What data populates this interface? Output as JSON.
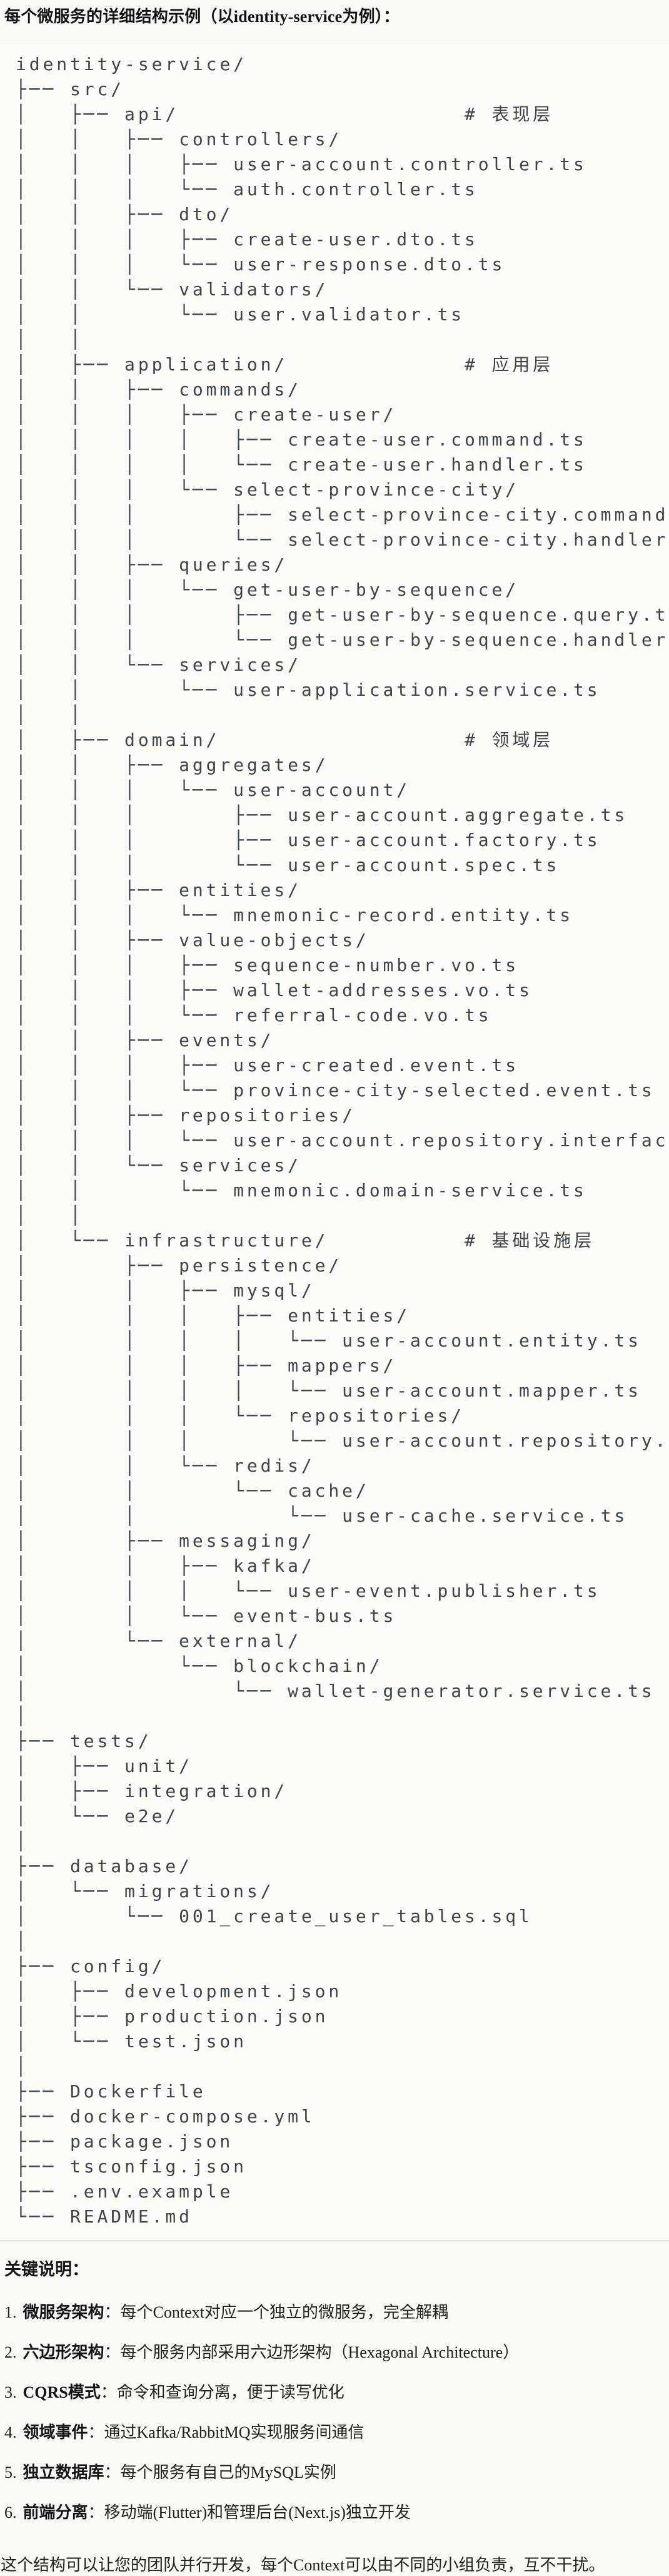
{
  "title": "每个微服务的详细结构示例（以identity-service为例）：",
  "file_tree": {
    "lines": [
      "identity-service/",
      "├── src/",
      "│   ├── api/                     # 表现层",
      "│   │   ├── controllers/",
      "│   │   │   ├── user-account.controller.ts",
      "│   │   │   └── auth.controller.ts",
      "│   │   ├── dto/",
      "│   │   │   ├── create-user.dto.ts",
      "│   │   │   └── user-response.dto.ts",
      "│   │   └── validators/",
      "│   │       └── user.validator.ts",
      "│   │",
      "│   ├── application/             # 应用层",
      "│   │   ├── commands/",
      "│   │   │   ├── create-user/",
      "│   │   │   │   ├── create-user.command.ts",
      "│   │   │   │   └── create-user.handler.ts",
      "│   │   │   └── select-province-city/",
      "│   │   │       ├── select-province-city.command.ts",
      "│   │   │       └── select-province-city.handler.ts",
      "│   │   ├── queries/",
      "│   │   │   └── get-user-by-sequence/",
      "│   │   │       ├── get-user-by-sequence.query.ts",
      "│   │   │       └── get-user-by-sequence.handler.ts",
      "│   │   └── services/",
      "│   │       └── user-application.service.ts",
      "│   │",
      "│   ├── domain/                  # 领域层",
      "│   │   ├── aggregates/",
      "│   │   │   └── user-account/",
      "│   │   │       ├── user-account.aggregate.ts",
      "│   │   │       ├── user-account.factory.ts",
      "│   │   │       └── user-account.spec.ts",
      "│   │   ├── entities/",
      "│   │   │   └── mnemonic-record.entity.ts",
      "│   │   ├── value-objects/",
      "│   │   │   ├── sequence-number.vo.ts",
      "│   │   │   ├── wallet-addresses.vo.ts",
      "│   │   │   └── referral-code.vo.ts",
      "│   │   ├── events/",
      "│   │   │   ├── user-created.event.ts",
      "│   │   │   └── province-city-selected.event.ts",
      "│   │   ├── repositories/",
      "│   │   │   └── user-account.repository.interface.ts",
      "│   │   └── services/",
      "│   │       └── mnemonic.domain-service.ts",
      "│   │",
      "│   └── infrastructure/          # 基础设施层",
      "│       ├── persistence/",
      "│       │   ├── mysql/",
      "│       │   │   ├── entities/",
      "│       │   │   │   └── user-account.entity.ts",
      "│       │   │   ├── mappers/",
      "│       │   │   │   └── user-account.mapper.ts",
      "│       │   │   └── repositories/",
      "│       │   │       └── user-account.repository.impl.ts",
      "│       │   └── redis/",
      "│       │       └── cache/",
      "│       │           └── user-cache.service.ts",
      "│       ├── messaging/",
      "│       │   ├── kafka/",
      "│       │   │   └── user-event.publisher.ts",
      "│       │   └── event-bus.ts",
      "│       └── external/",
      "│           └── blockchain/",
      "│               └── wallet-generator.service.ts",
      "│",
      "├── tests/",
      "│   ├── unit/",
      "│   ├── integration/",
      "│   └── e2e/",
      "│",
      "├── database/",
      "│   └── migrations/",
      "│       └── 001_create_user_tables.sql",
      "│",
      "├── config/",
      "│   ├── development.json",
      "│   ├── production.json",
      "│   └── test.json",
      "│",
      "├── Dockerfile",
      "├── docker-compose.yml",
      "├── package.json",
      "├── tsconfig.json",
      "├── .env.example",
      "└── README.md"
    ]
  },
  "notes": {
    "title": "关键说明：",
    "colon": "：",
    "items": [
      {
        "num": "1.",
        "label": "微服务架构",
        "text": "每个Context对应一个独立的微服务，完全解耦"
      },
      {
        "num": "2.",
        "label": "六边形架构",
        "text": "每个服务内部采用六边形架构（Hexagonal Architecture）"
      },
      {
        "num": "3.",
        "label": "CQRS模式",
        "text": "命令和查询分离，便于读写优化"
      },
      {
        "num": "4.",
        "label": "领域事件",
        "text": "通过Kafka/RabbitMQ实现服务间通信"
      },
      {
        "num": "5.",
        "label": "独立数据库",
        "text": "每个服务有自己的MySQL实例"
      },
      {
        "num": "6.",
        "label": "前端分离",
        "text": "移动端(Flutter)和管理后台(Next.js)独立开发"
      }
    ]
  },
  "closing": "这个结构可以让您的团队并行开发，每个Context可以由不同的小组负责，互不干扰。"
}
